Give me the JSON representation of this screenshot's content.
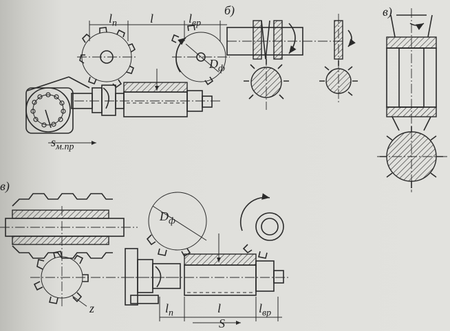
{
  "labels": {
    "panel_b": "б)",
    "panel_v": "в)",
    "panel_g": "в)",
    "l_n_top": "l",
    "l_n_top_sub": "п",
    "l_top": "l",
    "l_vr_top": "l",
    "l_vr_top_sub": "вр",
    "d_f_top": "D",
    "d_f_top_sub": "ф",
    "feed_top": "s",
    "feed_top_sub": "м.пр",
    "d_f_bottom": "D",
    "d_f_bottom_sub": "ф",
    "z_label": "z",
    "l_n_bottom": "l",
    "l_n_bottom_sub": "п",
    "l_bottom": "l",
    "l_vr_bottom": "l",
    "l_vr_bottom_sub": "вр",
    "s_bottom": "S"
  }
}
